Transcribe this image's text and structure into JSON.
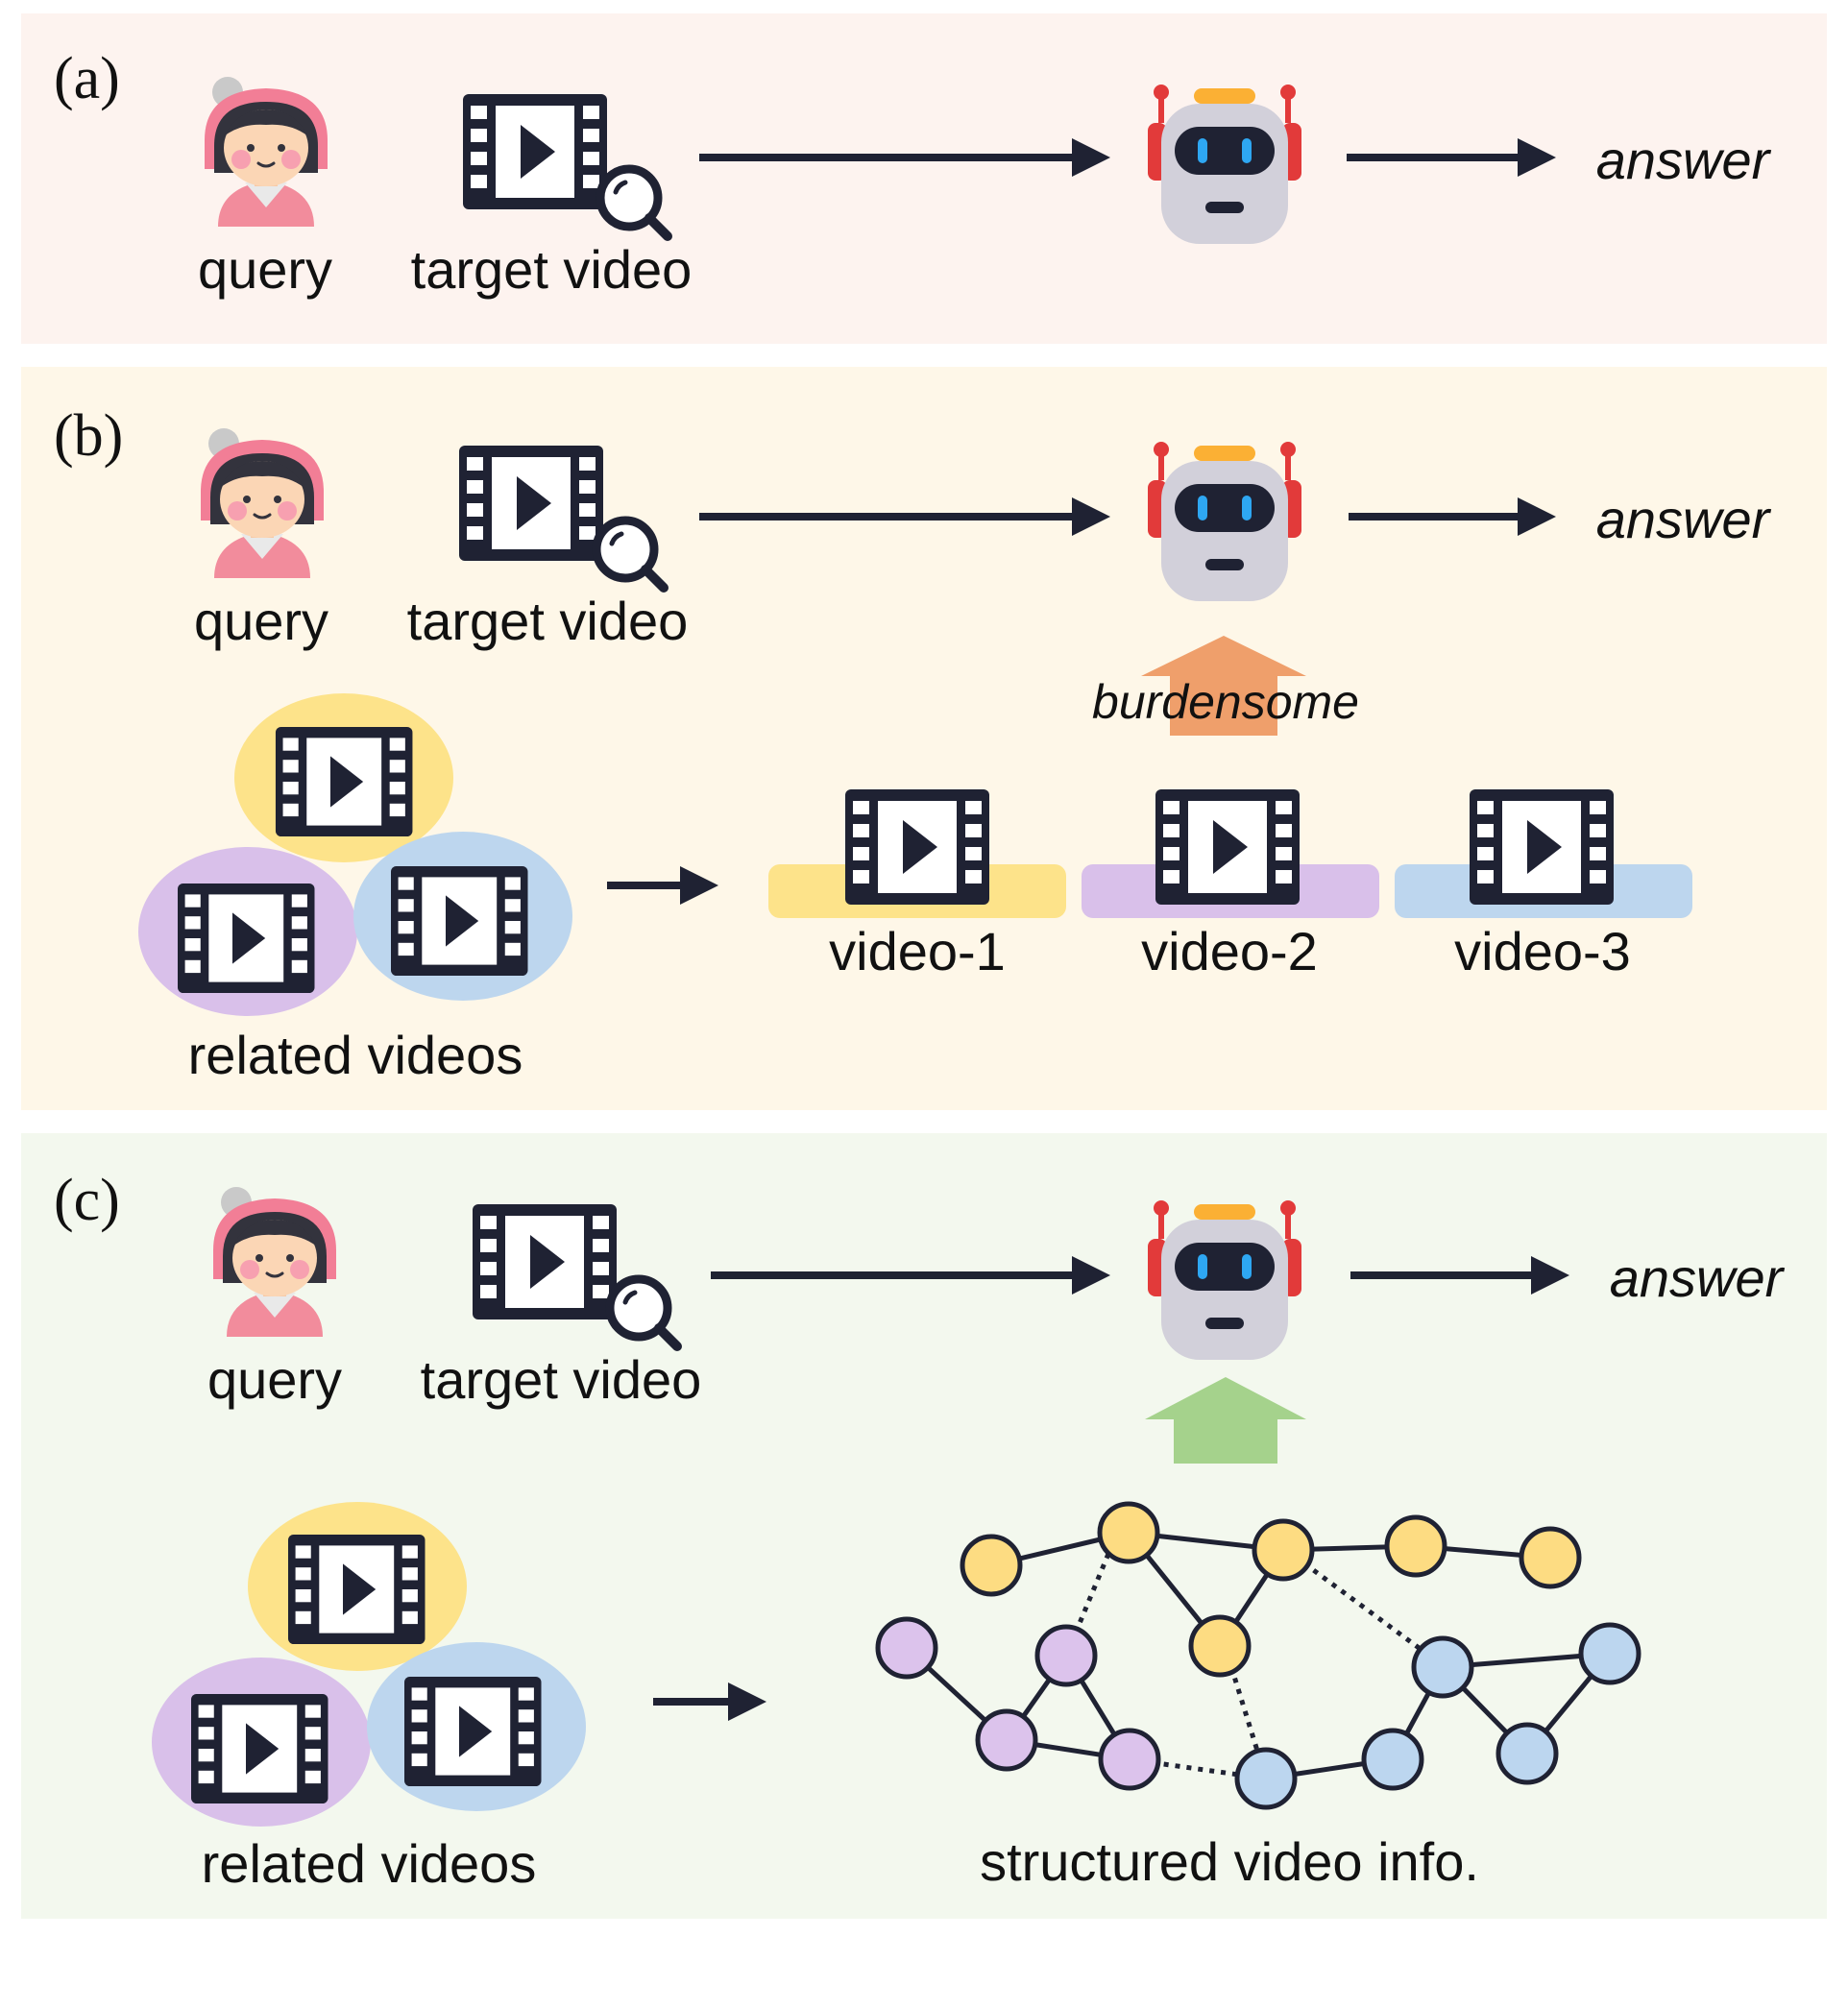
{
  "panels": {
    "a": {
      "tag": "(a)",
      "query_label": "query",
      "target_label": "target video",
      "answer_label": "answer",
      "background": "#fdf3ef"
    },
    "b": {
      "tag": "(b)",
      "query_label": "query",
      "target_label": "target video",
      "answer_label": "answer",
      "burden_label": "burdensome",
      "related_label": "related videos",
      "video_labels": [
        "video-1",
        "video-2",
        "video-3"
      ],
      "background": "#fef7e8"
    },
    "c": {
      "tag": "(c)",
      "query_label": "query",
      "target_label": "target video",
      "answer_label": "answer",
      "related_label": "related videos",
      "structured_label": "structured video info.",
      "background": "#f3f8ee"
    }
  },
  "colors": {
    "yellow": "#fde38a",
    "purple": "#d9c0ea",
    "blue": "#bdd6ee",
    "node_yellow": "#fddc82",
    "node_purple": "#dcc3ec",
    "node_blue": "#bcd6ef",
    "orange_arrow": "#ef9f6b",
    "green_arrow": "#a5d28c",
    "ink": "#1f2233"
  },
  "icons": {
    "user": "user-avatar-icon",
    "video": "film-video-icon",
    "search": "magnifier-icon",
    "robot": "robot-icon"
  }
}
